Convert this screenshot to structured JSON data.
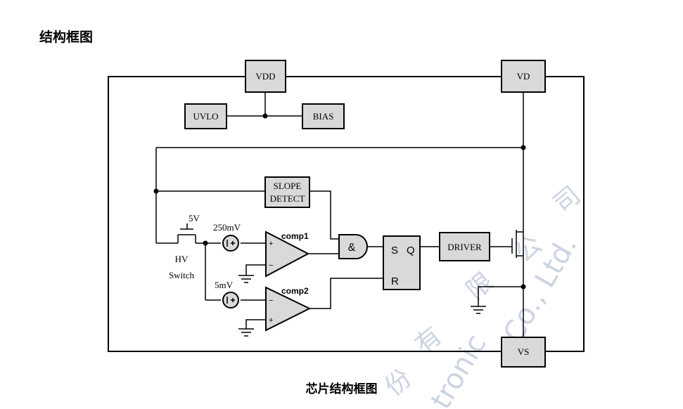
{
  "heading": "结构框图",
  "caption": "芯片结构框图",
  "watermark": {
    "latin": "Co., Ltd.",
    "latin2": "tronic",
    "cjk": [
      "有",
      "限",
      "公",
      "司",
      "份"
    ]
  },
  "blocks": {
    "vdd": "VDD",
    "vd": "VD",
    "vs": "VS",
    "uvlo": "UVLO",
    "bias": "BIAS",
    "slope_line1": "SLOPE",
    "slope_line2": "DETECT",
    "driver": "DRIVER"
  },
  "labels": {
    "v5": "5V",
    "hv": "HV",
    "switch": "Switch",
    "mv250": "250mV",
    "mv5": "5mV",
    "comp1": "comp1",
    "comp2": "comp2",
    "and": "&",
    "s": "S",
    "q": "Q",
    "r": "R",
    "plus": "+",
    "minus": "−"
  }
}
